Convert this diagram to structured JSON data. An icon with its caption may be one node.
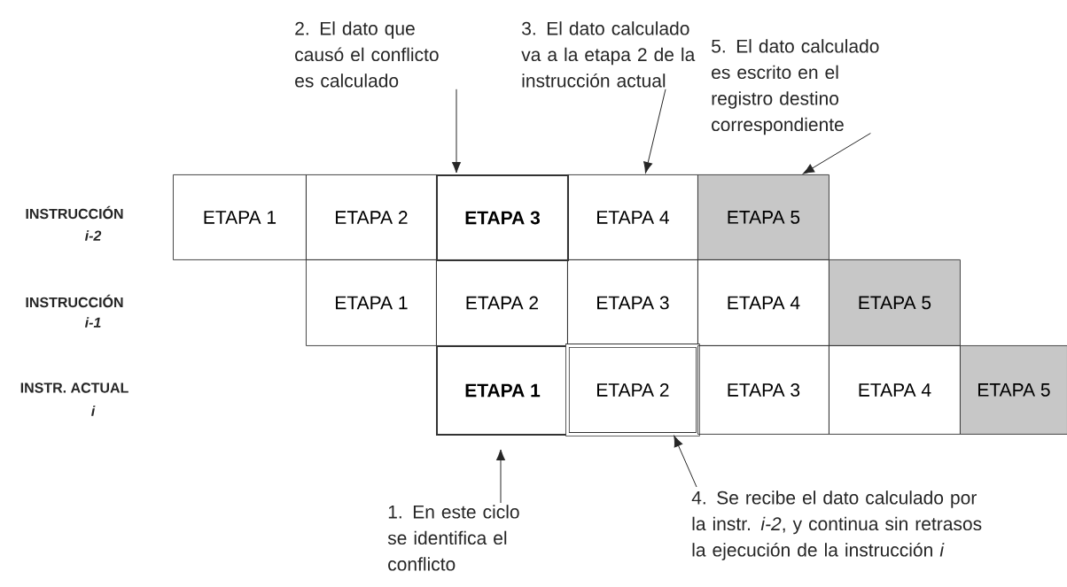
{
  "diagram": {
    "nodes": [
      {
        "text": [
          "2. El dato que causó el conflicto es calculado"
        ]
      },
      {
        "text": [
          "3. El dato calculado va a la etapa 2 de la instrucción actual"
        ]
      },
      {
        "text": [
          "5. El dato calculado es escrito en el registro destino correspondiente"
        ]
      },
      {
        "text": [
          "ETAPA 1"
        ]
      },
      {
        "text": [
          "ETAPA 2"
        ]
      },
      {
        "text": [
          "ETAPA 3"
        ]
      },
      {
        "text": [
          "ETAPA 4"
        ]
      },
      {
        "text": [
          "ETAPA 5"
        ]
      },
      {
        "text": [
          "ETAPA 1"
        ]
      },
      {
        "text": [
          "ETAPA 2"
        ]
      },
      {
        "text": [
          "ETAPA 3"
        ]
      },
      {
        "text": [
          "ETAPA 4"
        ]
      },
      {
        "text": [
          "ETAPA 5"
        ]
      },
      {
        "text": [
          "ETAPA 1"
        ]
      },
      {
        "text": [
          "ETAPA 2"
        ]
      },
      {
        "text": [
          "ETAPA 3"
        ]
      },
      {
        "text": [
          "ETAPA 4"
        ]
      },
      {
        "text": [
          "ETAPA 5"
        ]
      },
      {
        "text": [
          "1. En este ciclo se identifica el conflicto"
        ]
      },
      {
        "text": [
          "4. Se recibe el dato calculado por la instr. *i-2*, y continua sin retrasos la ejecución de la instrucción *i*"
        ]
      }
    ],
    "edges": [
      {
        "from": 0,
        "to": 5,
        "arrow": "to"
      },
      {
        "from": 1,
        "to": 6,
        "arrow": "to"
      },
      {
        "from": 2,
        "to": 7,
        "arrow": "to"
      },
      {
        "from": 18,
        "to": 13,
        "arrow": "to"
      },
      {
        "from": 19,
        "to": 14,
        "arrow": "to"
      }
    ],
    "labels": [
      "INSTRUCCIÓN",
      "i-2",
      "INSTRUCCIÓN",
      "i-1",
      "INSTR. ACTUAL",
      "i"
    ]
  }
}
